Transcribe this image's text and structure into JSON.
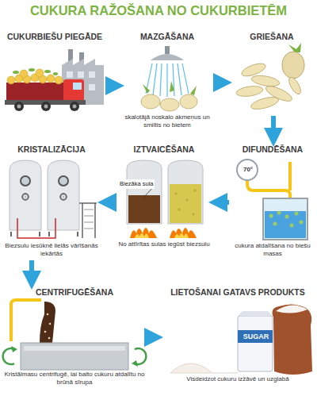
{
  "diagram": {
    "title": "CUKURA RAŽOŠANA NO CUKURBIETĒM",
    "nodes": [
      {
        "text": [
          "CUKURBIEŠU PIEGĀDE"
        ]
      },
      {
        "text": [
          "MAZGĀŠANA",
          "skalotājā noskalo akmeņus un smiltis no bietem"
        ]
      },
      {
        "text": [
          "GRIEŠANA"
        ]
      },
      {
        "text": [
          "DIFUNDĒŠANA",
          "cukura atdalīšana no biešu masas"
        ]
      },
      {
        "text": [
          "IZTVAICĒŠANA",
          "No attīrītas sulas iegūst biezsulu"
        ]
      },
      {
        "text": [
          "KRISTALIZĀCIJA",
          "Biezsulu iesūknē lielās vārīšanās iekārtās"
        ]
      },
      {
        "text": [
          "CENTRIFUGĒŠANA",
          "Kristālmasu centrifugē, lai balto cukuru atdalītu no brūnā sīrupa"
        ]
      },
      {
        "text": [
          "LIETOŠANAI GATAVS PRODUKTS",
          "Visdeidzot cukuru izžāvē un uzglabā"
        ]
      }
    ],
    "edges": [
      {
        "from": 0,
        "to": 1,
        "arrow": "to"
      },
      {
        "from": 1,
        "to": 2,
        "arrow": "to"
      },
      {
        "from": 2,
        "to": 3,
        "arrow": "to"
      },
      {
        "from": 3,
        "to": 4,
        "arrow": "to"
      },
      {
        "from": 4,
        "to": 5,
        "arrow": "to"
      },
      {
        "from": 5,
        "to": 6,
        "arrow": "to"
      },
      {
        "from": 6,
        "to": 7,
        "arrow": "to"
      }
    ],
    "labels": [
      "70°",
      "Biezāka sula",
      "SUGAR"
    ]
  }
}
